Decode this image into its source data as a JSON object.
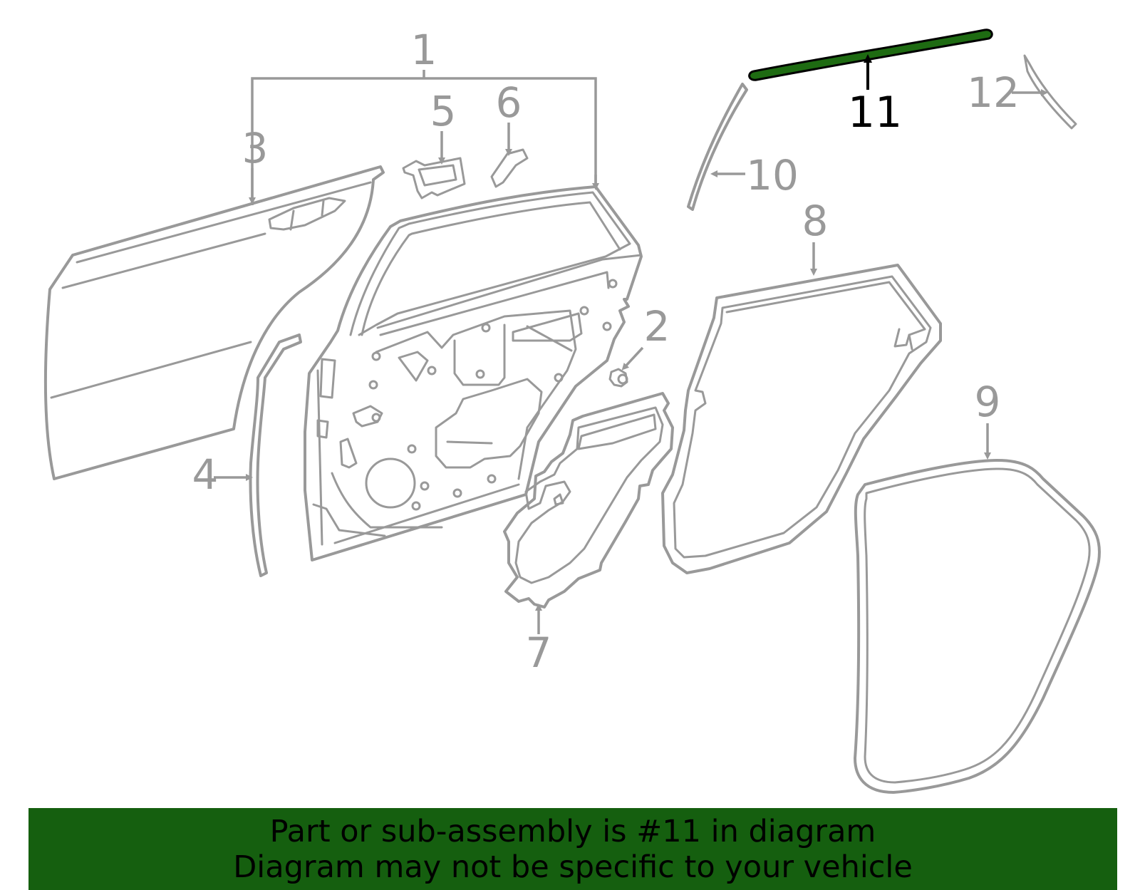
{
  "diagram": {
    "highlight_color": "#1e6b12",
    "line_color": "#999999",
    "callouts": {
      "c1": "1",
      "c2": "2",
      "c3": "3",
      "c4": "4",
      "c5": "5",
      "c6": "6",
      "c7": "7",
      "c8": "8",
      "c9": "9",
      "c10": "10",
      "c11": "11",
      "c12": "12"
    },
    "highlighted_part": "11"
  },
  "banner": {
    "line1": "Part or sub-assembly is #11 in diagram",
    "line2": "Diagram may not be specific to your vehicle",
    "background": "#155f0f"
  }
}
